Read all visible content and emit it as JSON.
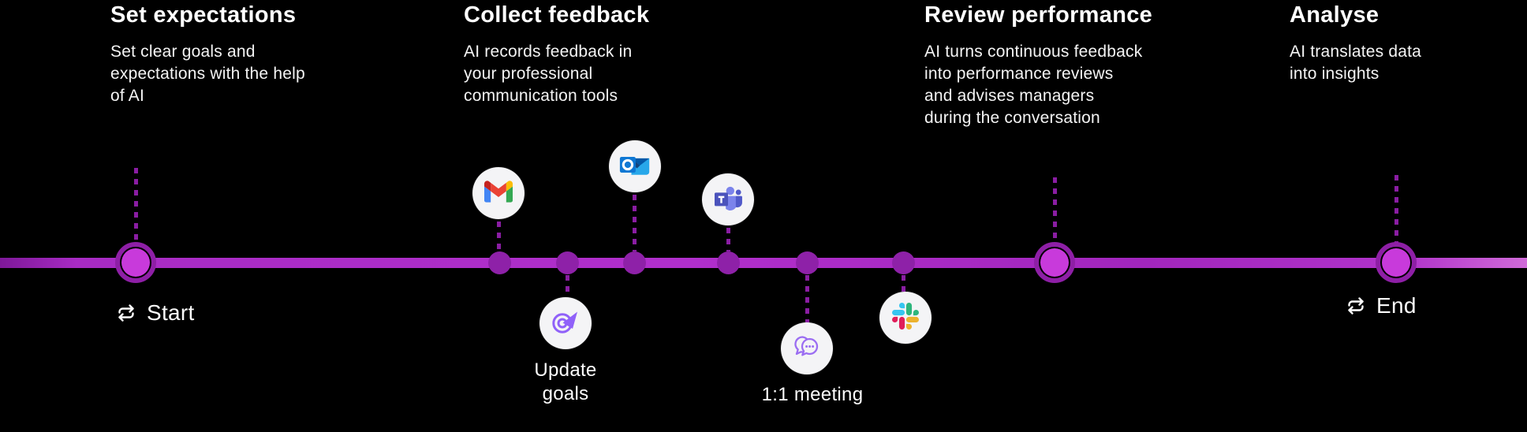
{
  "stages": [
    {
      "title": "Set expectations",
      "description": "Set clear goals and\nexpectations with the help\nof AI"
    },
    {
      "title": "Collect feedback",
      "description": "AI records feedback in\nyour professional\ncommunication tools"
    },
    {
      "title": "Review performance",
      "description": "AI turns continuous feedback\ninto performance reviews\nand advises managers\nduring the conversation"
    },
    {
      "title": "Analyse",
      "description": "AI translates data\ninto insights"
    }
  ],
  "timeline": {
    "start_label": "Start",
    "end_label": "End",
    "update_goals_label": "Update\ngoals",
    "meeting_label": "1:1 meeting",
    "milestone_icons": [
      "gmail",
      "update-goals",
      "outlook",
      "teams",
      "1-1-meeting",
      "slack"
    ]
  },
  "colors": {
    "background": "#000000",
    "timeline_line": "#ab2cc6",
    "node_dark": "#8e21a8",
    "node_bright": "#c83adb",
    "dotted_connector": "#8a1da3",
    "icon_circle_bg": "#f4f4f6",
    "accent_violet": "#9061f9",
    "text": "#ffffff"
  }
}
